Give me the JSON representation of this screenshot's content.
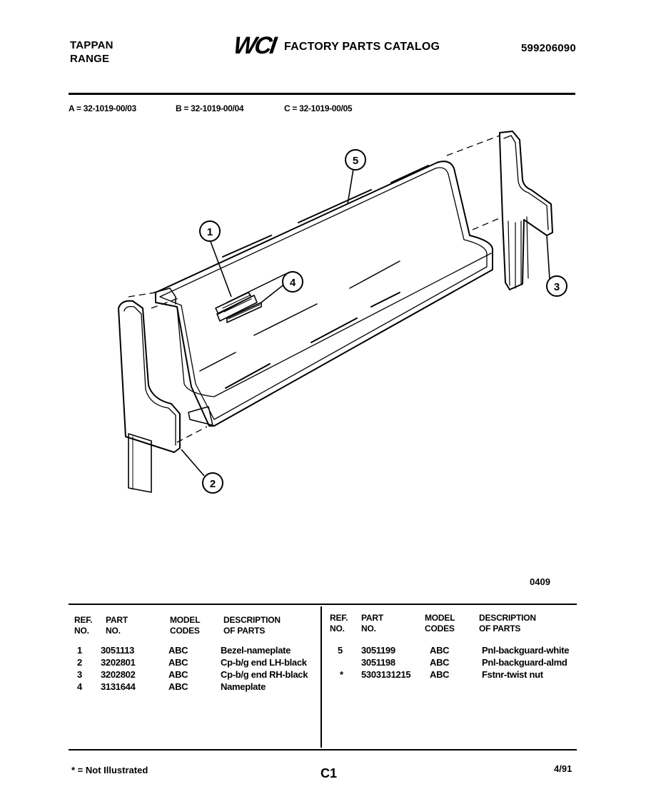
{
  "header": {
    "brand_line1": "TAPPAN",
    "brand_line2": "RANGE",
    "logo_text": "WCI",
    "catalog_title": "FACTORY PARTS CATALOG",
    "catalog_number": "599206090"
  },
  "models": {
    "a": "A = 32-1019-00/03",
    "b": "B = 32-1019-00/04",
    "c": "C = 32-1019-00/05"
  },
  "diagram": {
    "callouts": [
      "1",
      "2",
      "3",
      "4",
      "5"
    ],
    "figure_code": "0409"
  },
  "parts_table": {
    "headers": {
      "ref_no": [
        "REF.",
        "NO."
      ],
      "part_no": [
        "PART",
        "NO."
      ],
      "model_codes": [
        "MODEL",
        "CODES"
      ],
      "description": [
        "DESCRIPTION",
        "OF PARTS"
      ]
    },
    "left_rows": [
      {
        "ref": "1",
        "part": "3051113",
        "codes": "ABC",
        "desc": "Bezel-nameplate"
      },
      {
        "ref": "2",
        "part": "3202801",
        "codes": "ABC",
        "desc": "Cp-b/g end LH-black"
      },
      {
        "ref": "3",
        "part": "3202802",
        "codes": "ABC",
        "desc": "Cp-b/g end RH-black"
      },
      {
        "ref": "4",
        "part": "3131644",
        "codes": "ABC",
        "desc": "Nameplate"
      }
    ],
    "right_rows": [
      {
        "ref": "5",
        "part": "3051199",
        "codes": "ABC",
        "desc": "Pnl-backguard-white"
      },
      {
        "ref": "",
        "part": "3051198",
        "codes": "ABC",
        "desc": "Pnl-backguard-almd"
      },
      {
        "ref": "*",
        "part": "5303131215",
        "codes": "ABC",
        "desc": "Fstnr-twist nut"
      }
    ]
  },
  "footer": {
    "note": "* = Not Illustrated",
    "page": "C1",
    "date": "4/91"
  }
}
